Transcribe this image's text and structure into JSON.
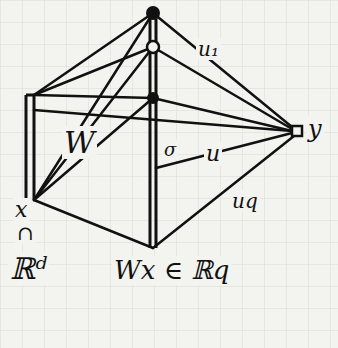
{
  "diagram": {
    "labels": [
      "u₁",
      "W",
      "σ",
      "u",
      "y",
      "x",
      "∩",
      "ℝᵈ",
      "uq",
      "Wx ∈ ℝq"
    ]
  }
}
